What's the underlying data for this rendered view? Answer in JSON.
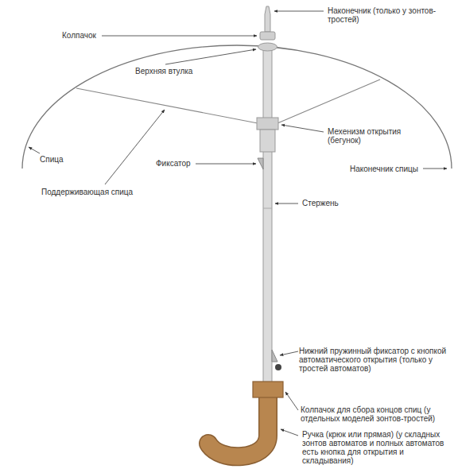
{
  "diagram": {
    "labels": [
      "Наконечник (только у зонтов-тростей)",
      "Колпачок",
      "Верхняя втулка",
      "Поддерживающая спица",
      "Мехенизм открытия (бегунок)",
      "Спица",
      "Фиксатор",
      "Наконечник спицы",
      "Стержень",
      "Нижний пружинный фиксатор с кнопкой автоматического открытия (только у тростей автоматов)",
      "Колпачок для сбора концов спиц (у отдельных моделей зонтов-тростей)",
      "Ручка (крюк или прямая) (у складных зонтов автоматов и полных автоматов есть кнопка для открытия и складывания)"
    ]
  }
}
